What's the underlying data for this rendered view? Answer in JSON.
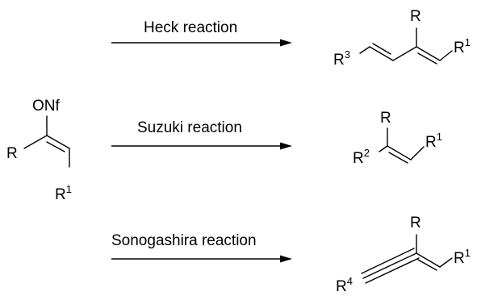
{
  "reactions": [
    {
      "name": "Heck reaction"
    },
    {
      "name": "Suzuki reaction"
    },
    {
      "name": "Sonogashira reaction"
    }
  ],
  "reactant": {
    "leaving_group": "ONf",
    "substituent_R": "R",
    "substituent_R1": {
      "base": "R",
      "sup": "1"
    }
  },
  "products": {
    "heck": {
      "R": "R",
      "R1": {
        "base": "R",
        "sup": "1"
      },
      "R3": {
        "base": "R",
        "sup": "3"
      }
    },
    "suzuki": {
      "R": "R",
      "R1": {
        "base": "R",
        "sup": "1"
      },
      "R2": {
        "base": "R",
        "sup": "2"
      }
    },
    "sonogashira": {
      "R": "R",
      "R1": {
        "base": "R",
        "sup": "1"
      },
      "R4": {
        "base": "R",
        "sup": "4"
      }
    }
  }
}
